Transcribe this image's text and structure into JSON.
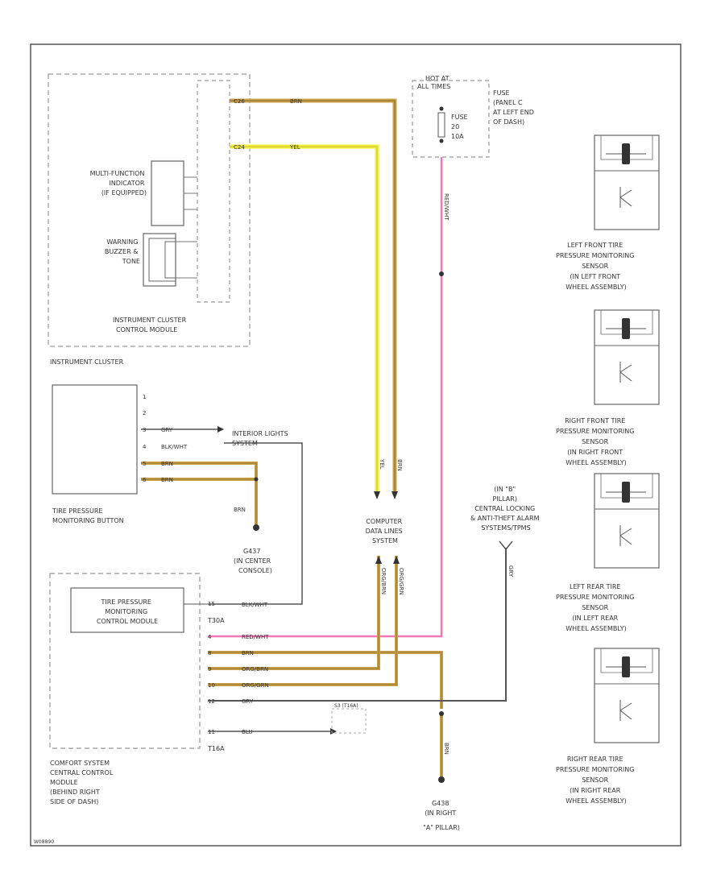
{
  "labels": {
    "cluster_module": [
      "INSTRUMENT CLUSTER",
      "CONTROL MODULE"
    ],
    "cluster": "INSTRUMENT CLUSTER",
    "mfi": [
      "MULTI-FUNCTION",
      "INDICATOR",
      "(IF EQUIPPED)"
    ],
    "buzzer": [
      "WARNING",
      "BUZZER &",
      "TONE"
    ],
    "hot_at": [
      "HOT AT",
      "ALL TIMES"
    ],
    "fuse": [
      "FUSE",
      "20",
      "10A"
    ],
    "fuse_panel": [
      "FUSE",
      "(PANEL C",
      "AT LEFT END",
      "OF DASH)"
    ],
    "tpms_button": [
      "TIRE PRESSURE",
      "MONITORING BUTTON"
    ],
    "interior_lights": [
      "INTERIOR LIGHTS",
      "SYSTEM"
    ],
    "g437": [
      "G437",
      "(IN CENTER",
      "CONSOLE)"
    ],
    "tpms_module": [
      "TIRE PRESSURE",
      "MONITORING",
      "CONTROL MODULE"
    ],
    "connector_t30a": "T30A",
    "connector_t16a": "T16A",
    "data_bus": [
      "COMPUTER",
      "DATA LINES",
      "SYSTEM"
    ],
    "b_pillar": [
      "(IN \"B\"",
      "PILLAR)",
      "CENTRAL LOCKING",
      "& ANTI-THEFT ALARM",
      "SYSTEMS/TPMS"
    ],
    "g438": [
      "G438",
      "(IN RIGHT",
      "\"A\" PILLAR)"
    ],
    "comfort": [
      "COMFORT SYSTEM",
      "CENTRAL CONTROL",
      "MODULE",
      "(BEHIND RIGHT",
      "SIDE OF DASH)"
    ],
    "sensor_lf": [
      "LEFT FRONT TIRE",
      "PRESSURE MONITORING",
      "SENSOR",
      "(IN LEFT FRONT",
      "WHEEL ASSEMBLY)"
    ],
    "sensor_rf": [
      "RIGHT FRONT TIRE",
      "PRESSURE MONITORING",
      "SENSOR",
      "(IN RIGHT FRONT",
      "WHEEL ASSEMBLY)"
    ],
    "sensor_lr": [
      "LEFT REAR TIRE",
      "PRESSURE MONITORING",
      "SENSOR",
      "(IN LEFT REAR",
      "WHEEL ASSEMBLY)"
    ],
    "sensor_rr": [
      "RIGHT REAR TIRE",
      "PRESSURE MONITORING",
      "SENSOR",
      "(IN RIGHT REAR",
      "WHEEL ASSEMBLY)"
    ],
    "footer": "W08890"
  },
  "wires": {
    "cluster_brn": {
      "pin": "C26",
      "color": "BRN"
    },
    "cluster_yel": {
      "pin": "C24",
      "color": "YEL"
    },
    "fuse_out": "RED/WHT",
    "btn_pins": [
      "1",
      "2",
      "3",
      "4",
      "5"
    ],
    "btn_gry": {
      "pin": "3",
      "color": "GRY"
    },
    "btn_blkwht": {
      "pin": "4",
      "color": "BLK/WHT"
    },
    "btn_brn1": {
      "pin": "5",
      "color": "BRN"
    },
    "btn_brn2": {
      "pin": "6",
      "color": "BRN"
    },
    "g437_brn": "BRN",
    "yel_vertical": "YEL",
    "brn_vertical": "BRN",
    "bus_orgbrn": "ORG/BRN",
    "bus_orggrn": "ORG/GRN",
    "module_blkwht": {
      "pin": "15",
      "color": "BLK/WHT"
    },
    "pillar_wire": "GRY",
    "m_redwht": {
      "pin": "4",
      "color": "RED/WHT"
    },
    "m_brn": {
      "pin": "8",
      "color": "BRN"
    },
    "m_orgbrn": {
      "pin": "9",
      "color": "ORG/BRN"
    },
    "m_orggrn": {
      "pin": "10",
      "color": "ORG/GRN"
    },
    "m_gry": {
      "pin": "12",
      "color": "GRY"
    },
    "m_blu": {
      "pin": "11",
      "color": "BLU"
    },
    "g438_brn": "BRN",
    "splice_label": "S3 (T16A)"
  },
  "colors": {
    "brn": "#c9a24a",
    "brn_core": "#8a6a2a",
    "yel": "#f2ef3a",
    "yel_core": "#c7c23a",
    "redwht": "#f078b4",
    "gry": "#555555",
    "line": "#444444",
    "dash": "#9a9a9a"
  }
}
